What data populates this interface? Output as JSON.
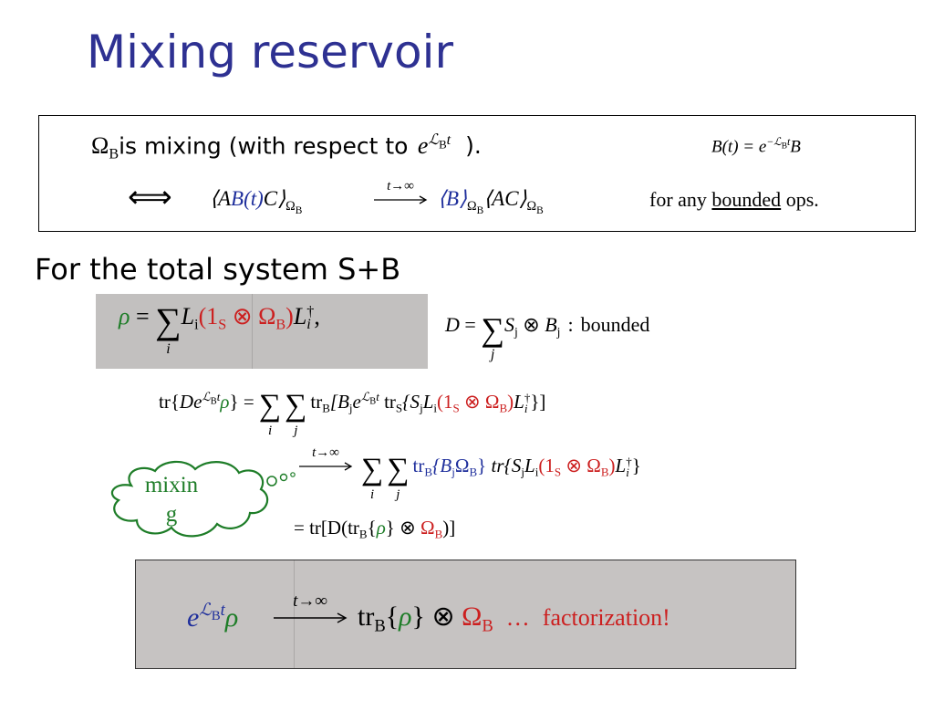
{
  "title": "Mixing reservoir",
  "box1": {
    "omega_b": "Ω",
    "omega_sub": "B",
    "mixing_text": "is mixing (with respect to",
    "e_char": "e",
    "exp_L": "ℒ",
    "exp_sub": "B",
    "exp_t": "t",
    "close_paren": ").",
    "bt_formula_left": "B(t) = e",
    "bt_exp": "−ℒ",
    "bt_exp_sub": "B",
    "bt_exp_t": "t",
    "bt_formula_right": "B",
    "iff_symbol": "⟺",
    "corr_left_open": "⟨A",
    "corr_left_B": "B(t)",
    "corr_left_close": "C⟩",
    "corr_sub": "Ω",
    "corr_sub_b": "B",
    "arrow_label": "t→∞",
    "corr_right_B": "⟨B⟩",
    "corr_right_AC": "⟨AC⟩",
    "for_any": "for any",
    "bounded": "bounded",
    "ops": "ops."
  },
  "section_heading": "For the total system S+B",
  "rho_def": {
    "rho": "ρ",
    "eq": " = ",
    "sum": "∑",
    "sum_idx": "i",
    "L": "L",
    "L_sub": "i",
    "paren_open": "(",
    "one": "1",
    "one_sub": "S",
    "otimes": " ⊗ ",
    "omega": "Ω",
    "omega_sub": "B",
    "paren_close": ")",
    "Ld": "L",
    "Ld_sup": "†",
    "Ld_sub": "i",
    "comma": ","
  },
  "D_def": {
    "D": "D",
    "eq": " = ",
    "sum": "∑",
    "sum_idx": "j",
    "S": "S",
    "S_sub": "j",
    "otimes": " ⊗ ",
    "B": "B",
    "B_sub": "j",
    "colon": ":",
    "bounded": "bounded"
  },
  "eq1": {
    "lhs_tr": "tr{",
    "lhs_D": "De",
    "lhs_exp": "ℒ",
    "lhs_exp_sub": "B",
    "lhs_exp_t": "t",
    "lhs_rho": "ρ",
    "lhs_close": "}",
    "eq": " = ",
    "sum": "∑",
    "sum_i": "i",
    "sum_j": "j",
    "trB": "tr",
    "trB_sub": "B",
    "rhs_a": "[B",
    "rhs_a_sub": "j",
    "rhs_e": "e",
    "rhs_exp": "ℒ",
    "rhs_exp_sub": "B",
    "rhs_exp_t": "t",
    "trS": " tr",
    "trS_sub": "S",
    "rhs_b": "{S",
    "rhs_b_sub": "j",
    "rhs_L": "L",
    "rhs_L_sub": "i",
    "red_part": "(1",
    "red_sub": "S",
    "red_otimes": " ⊗ Ω",
    "red_sub2": "B",
    "red_close": ")",
    "rhs_Ld": "L",
    "rhs_Ld_sup": "†",
    "rhs_Ld_sub": "i",
    "rhs_close": "}]"
  },
  "eq2": {
    "arrow_label": "t→∞",
    "sum": "∑",
    "sum_i": "i",
    "sum_j": "j",
    "blue_tr": "tr",
    "blue_tr_sub": "B",
    "blue_body": "{B",
    "blue_body_sub": "j",
    "blue_omega": "Ω",
    "blue_omega_sub": "B",
    "blue_close": "}",
    "tr": " tr{S",
    "tr_sub": "j",
    "L": "L",
    "L_sub": "i",
    "red_part": "(1",
    "red_sub": "S",
    "red_otimes": " ⊗ Ω",
    "red_sub2": "B",
    "red_close": ")",
    "Ld": "L",
    "Ld_sup": "†",
    "Ld_sub": "i",
    "close": "}"
  },
  "eq3": {
    "eq": "= tr[D(tr",
    "sub": "B",
    "open": "{",
    "rho": "ρ",
    "close1": "} ⊗ ",
    "omega": "Ω",
    "omega_sub": "B",
    "close2": ")]"
  },
  "cloud": {
    "label_line1": "mixin",
    "label_line2": "g"
  },
  "box2": {
    "e": "e",
    "exp": "ℒ",
    "exp_sub": "B",
    "exp_t": "t",
    "rho": "ρ",
    "arrow_label": "t→∞",
    "tr": "tr",
    "tr_sub": "B",
    "open": "{",
    "rho2": "ρ",
    "close": "}",
    "otimes": " ⊗ ",
    "omega": "Ω",
    "omega_sub": "B",
    "dots": "…",
    "factorization": "factorization!"
  },
  "colors": {
    "title": "#2e3192",
    "blue": "#1f2f9c",
    "red": "#cc1f1f",
    "green": "#1e7d28"
  }
}
